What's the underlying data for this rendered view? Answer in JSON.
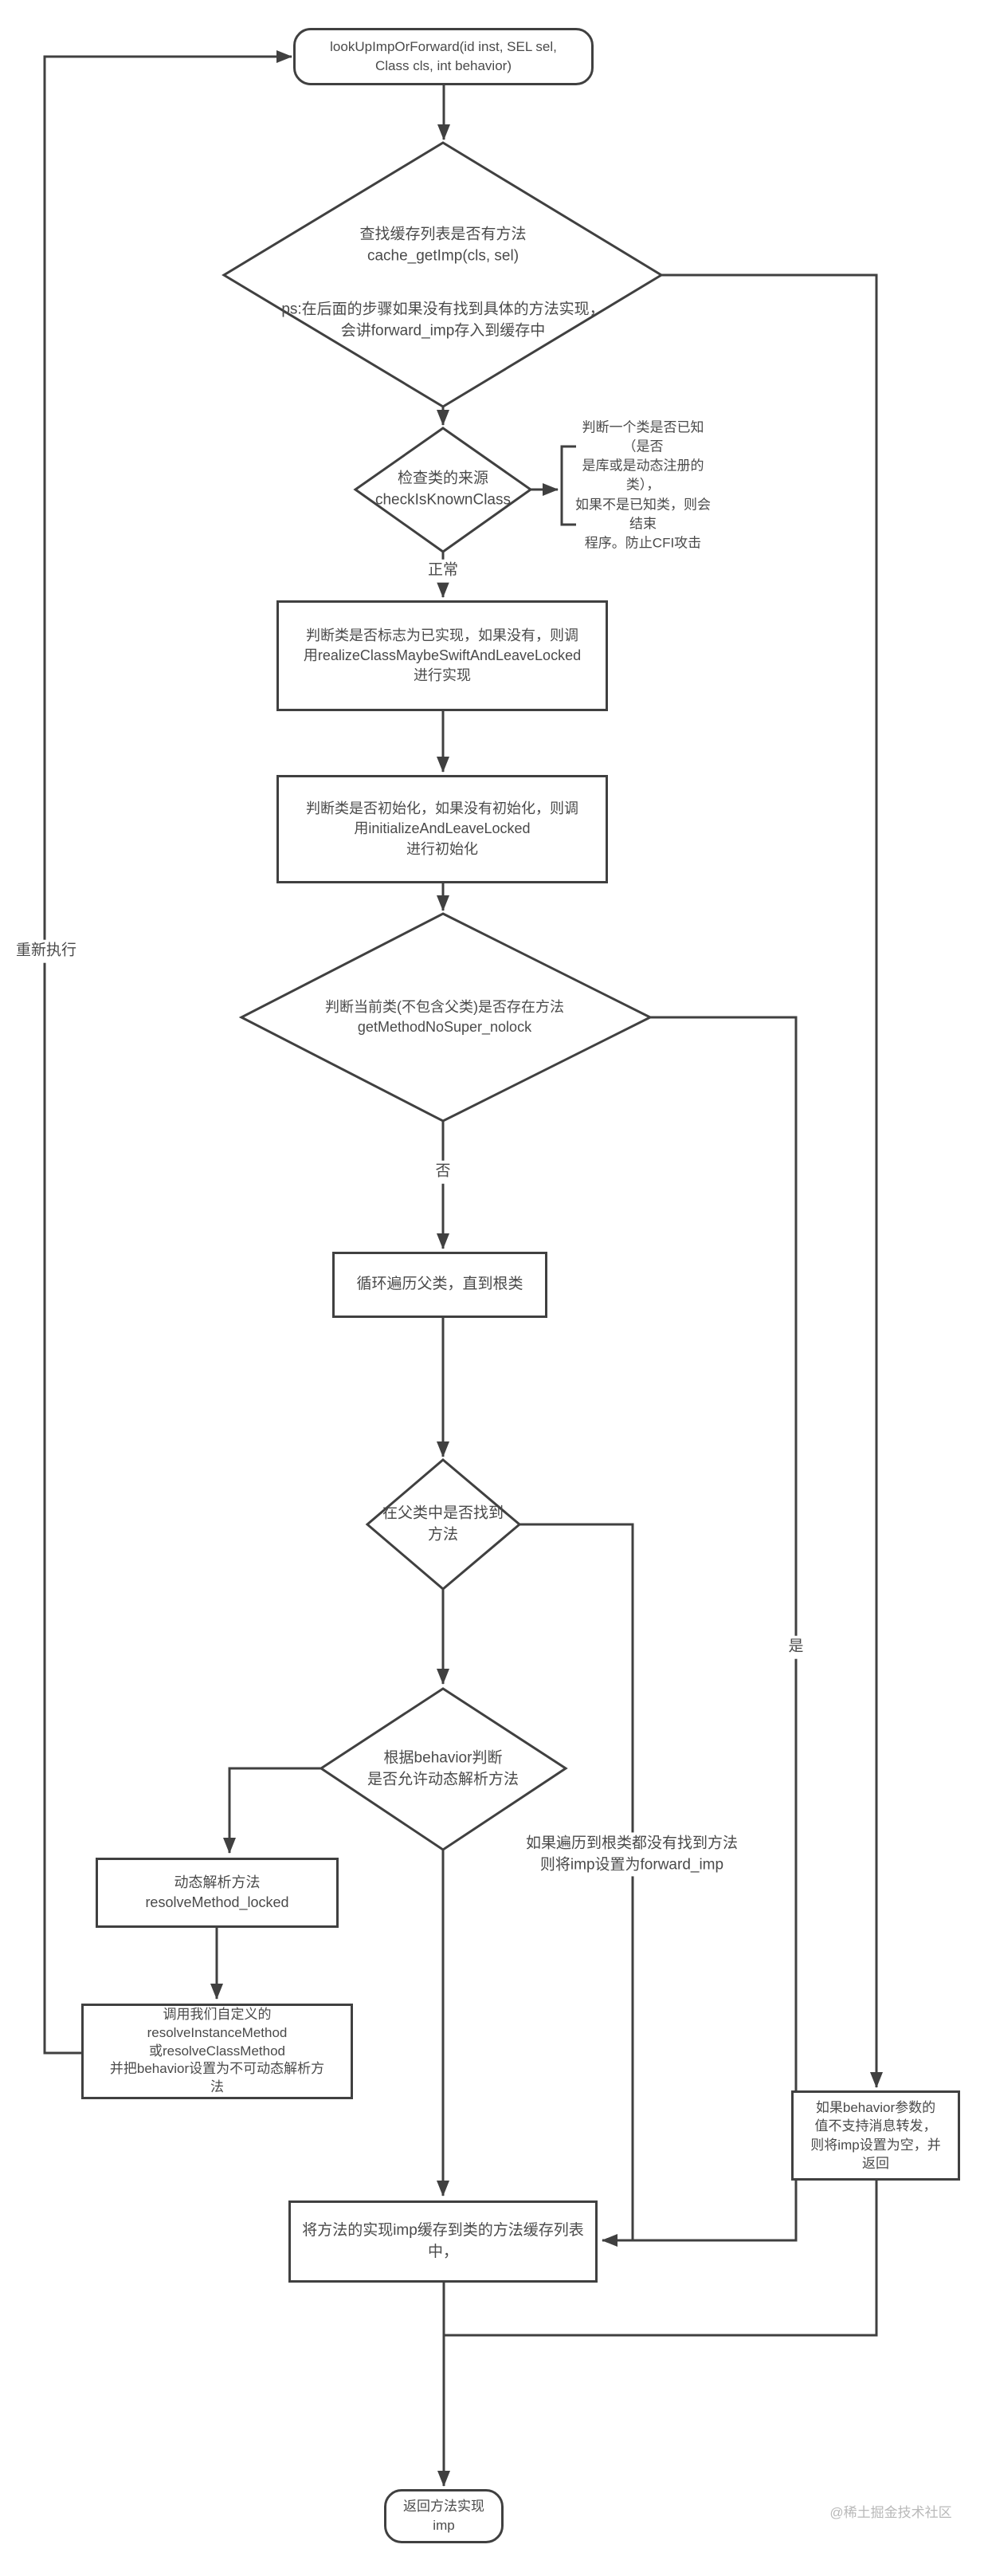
{
  "diagram": {
    "title_node": "lookUpImpOrForward(id inst, SEL sel,\nClass cls, int behavior)",
    "cache_decision": "查找缓存列表是否有方法\ncache_getImp(cls, sel)",
    "cache_ps_note": "ps:在后面的步骤如果没有找到具体的方法实现，\n会讲forward_imp存入到缓存中",
    "known_class_decision": "检查类的来源\ncheckIsKnownClass",
    "known_class_note": "判断一个类是否已知（是否\n是库或是动态注册的类），\n如果不是已知类，则会结束\n程序。防止CFI攻击",
    "label_normal": "正常",
    "realize_process": "判断类是否标志为已实现，如果没有，则调\n用realizeClassMaybeSwiftAndLeaveLocked\n进行实现",
    "initialize_process": "判断类是否初始化，如果没有初始化，则调\n用initializeAndLeaveLocked\n进行初始化",
    "method_in_class_decision": "判断当前类(不包含父类)是否存在方法\ngetMethodNoSuper_nolock",
    "label_no": "否",
    "label_yes": "是",
    "label_rerun": "重新执行",
    "loop_superclass_process": "循环遍历父类，直到根类",
    "found_in_superclass_decision": "在父类中是否找到\n方法",
    "allow_resolver_decision": "根据behavior判断\n是否允许动态解析方法",
    "forward_imp_note": "如果遍历到根类都没有找到方法\n则将imp设置为forward_imp",
    "resolve_method_process": "动态解析方法\nresolveMethod_locked",
    "custom_resolver_process": "调用我们自定义的\nresolveInstanceMethod\n或resolveClassMethod\n并把behavior设置为不可动态解析方\n法",
    "cache_imp_process": "将方法的实现imp缓存到类的方法缓存列表\n中，",
    "behavior_check_process": "如果behavior参数的\n值不支持消息转发，\n则将imp设置为空，并\n返回",
    "end_node": "返回方法实现\nimp",
    "watermark": "@稀土掘金技术社区"
  },
  "colors": {
    "line": "#404040",
    "text": "#4a4a4a",
    "watermark": "#b9b9b9"
  }
}
